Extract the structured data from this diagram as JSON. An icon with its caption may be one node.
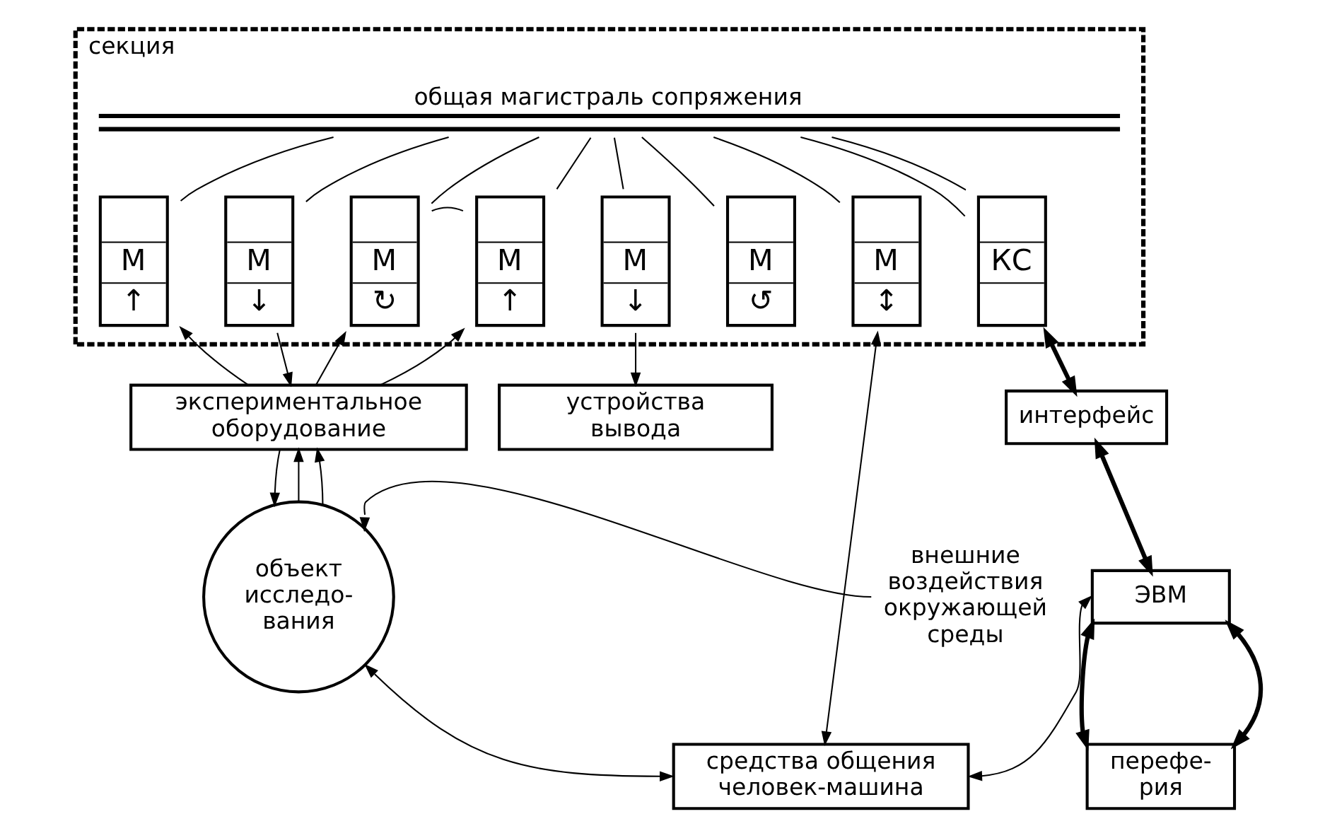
{
  "diagram": {
    "nodes": [
      {
        "text": [
          "секция"
        ]
      },
      {
        "text": [
          "общая магистраль сопряжения"
        ],
        "in": 0
      },
      {
        "text": [
          "М",
          "↑"
        ],
        "in": 0
      },
      {
        "text": [
          "М",
          "↓"
        ],
        "in": 0
      },
      {
        "text": [
          "М",
          "↻"
        ],
        "in": 0
      },
      {
        "text": [
          "М",
          "↑"
        ],
        "in": 0
      },
      {
        "text": [
          "М",
          "↓"
        ],
        "in": 0
      },
      {
        "text": [
          "М",
          "↺"
        ],
        "in": 0
      },
      {
        "text": [
          "М",
          "↕"
        ],
        "in": 0
      },
      {
        "text": [
          "КС"
        ],
        "in": 0
      },
      {
        "text": [
          "экспериментальное оборудование"
        ]
      },
      {
        "text": [
          "устройства вывода"
        ]
      },
      {
        "text": [
          "интерфейс"
        ]
      },
      {
        "text": [
          "внешние воздействия окружающей среды"
        ]
      },
      {
        "text": [
          "ЭВМ"
        ]
      },
      {
        "text": [
          "объект исследо- вания"
        ]
      },
      {
        "text": [
          "средства общения человек-машина"
        ]
      },
      {
        "text": [
          "перефе- рия"
        ]
      }
    ],
    "edges": [
      {
        "from": 1,
        "to": 2,
        "arrow": "none"
      },
      {
        "from": 1,
        "to": 3,
        "arrow": "none"
      },
      {
        "from": 1,
        "to": 4,
        "arrow": "none"
      },
      {
        "from": 1,
        "to": 5,
        "arrow": "none"
      },
      {
        "from": 1,
        "to": 6,
        "arrow": "none"
      },
      {
        "from": 1,
        "to": 7,
        "arrow": "none"
      },
      {
        "from": 1,
        "to": 8,
        "arrow": "none"
      },
      {
        "from": 1,
        "to": 9,
        "arrow": "none"
      },
      {
        "from": 1,
        "to": 9,
        "arrow": "none"
      },
      {
        "from": 10,
        "to": 2,
        "arrow": "to"
      },
      {
        "from": 3,
        "to": 10,
        "arrow": "to"
      },
      {
        "from": 10,
        "to": 4,
        "arrow": "to"
      },
      {
        "from": 4,
        "to": 5,
        "arrow": "none"
      },
      {
        "from": 10,
        "to": 5,
        "arrow": "to"
      },
      {
        "from": 6,
        "to": 11,
        "arrow": "to"
      },
      {
        "from": 16,
        "to": 8,
        "arrow": "both"
      },
      {
        "from": 9,
        "to": 12,
        "arrow": "both",
        "style": "thick"
      },
      {
        "from": 12,
        "to": 14,
        "arrow": "both",
        "style": "thick"
      },
      {
        "from": 15,
        "to": 10,
        "arrow": "to"
      },
      {
        "from": 10,
        "to": 15,
        "arrow": "to"
      },
      {
        "from": 15,
        "to": 10,
        "arrow": "to"
      },
      {
        "from": 13,
        "to": 15,
        "arrow": "to"
      },
      {
        "from": 15,
        "to": 16,
        "arrow": "both"
      },
      {
        "from": 14,
        "to": 16,
        "arrow": "both"
      },
      {
        "from": 14,
        "to": 17,
        "arrow": "both",
        "style": "thick"
      },
      {
        "from": 14,
        "to": 17,
        "arrow": "both",
        "style": "thick"
      }
    ]
  }
}
